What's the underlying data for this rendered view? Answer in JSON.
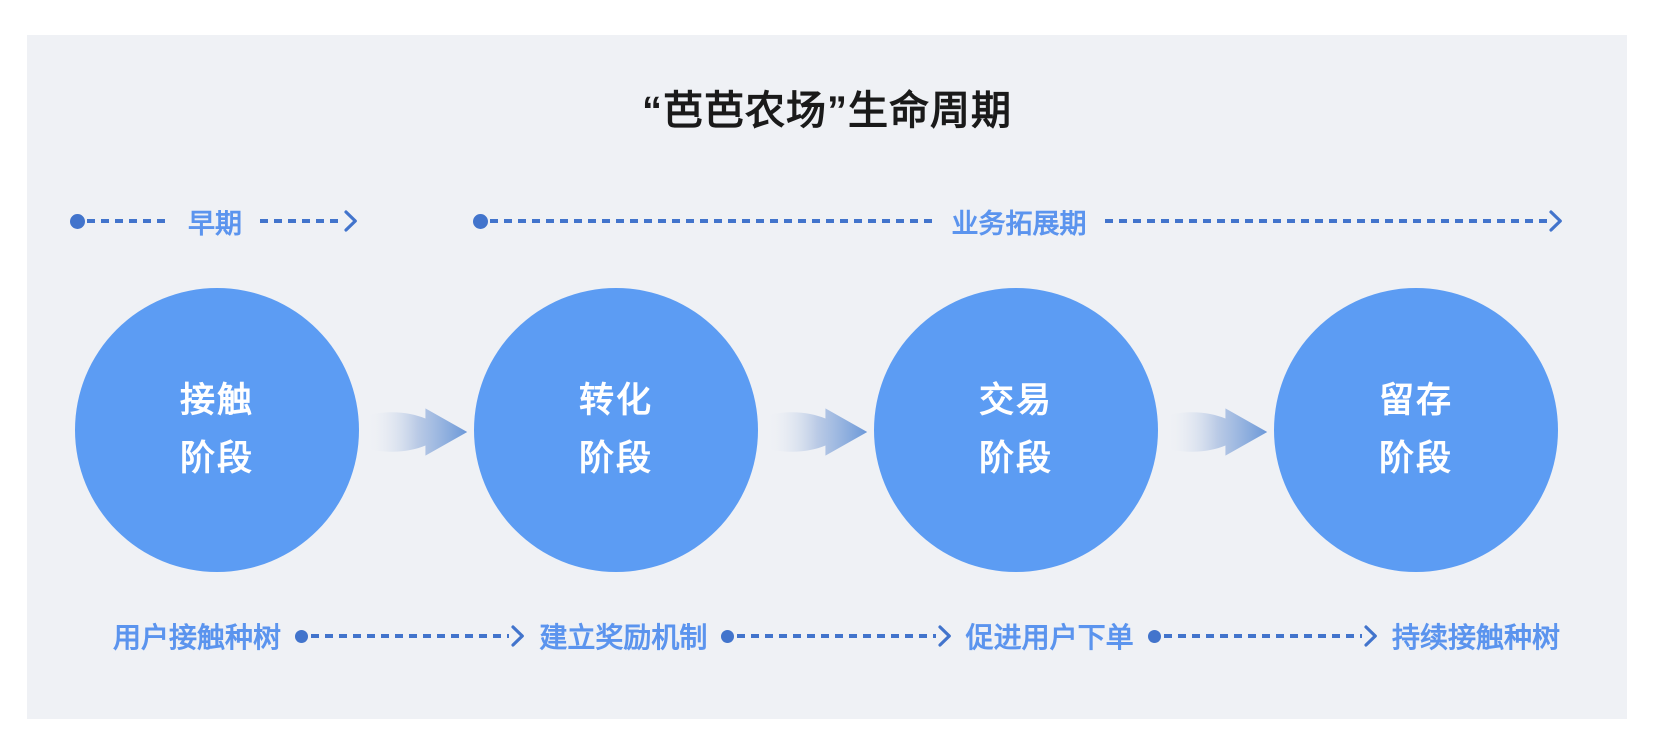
{
  "title": "“芭芭农场”生命周期",
  "timeline": {
    "segments": [
      {
        "label": "早期"
      },
      {
        "label": "业务拓展期"
      }
    ]
  },
  "stages": [
    {
      "line1": "接触",
      "line2": "阶段"
    },
    {
      "line1": "转化",
      "line2": "阶段"
    },
    {
      "line1": "交易",
      "line2": "阶段"
    },
    {
      "line1": "留存",
      "line2": "阶段"
    }
  ],
  "actions": [
    {
      "label": "用户接触种树"
    },
    {
      "label": "建立奖励机制"
    },
    {
      "label": "促进用户下单"
    },
    {
      "label": "持续接触种树"
    }
  ],
  "colors": {
    "panel_bg": "#EFF1F5",
    "circle_fill": "#5C9CF3",
    "label_text": "#5B94EE",
    "line": "#4274CC",
    "title": "#1A1A1A",
    "flow_arrow_start": "#EFF1F5",
    "flow_arrow_end": "#6B98D8"
  }
}
